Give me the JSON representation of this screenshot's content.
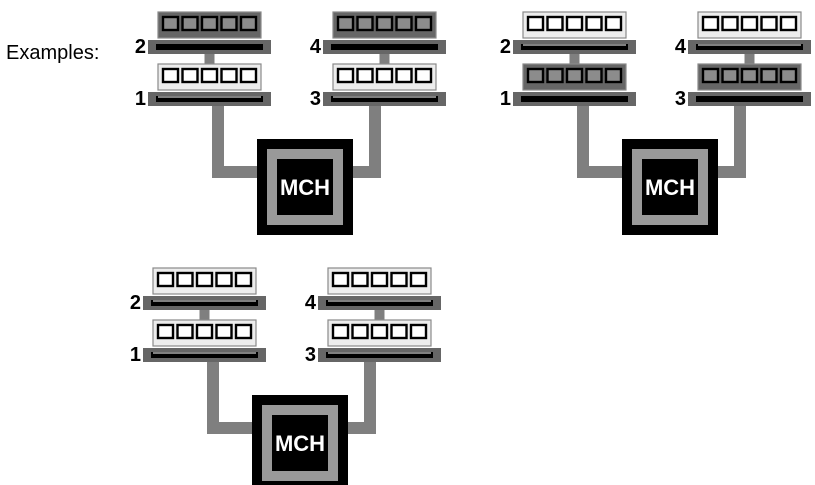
{
  "caption": "Examples:",
  "chip_label": "MCH",
  "colors": {
    "module_fill": "#666666",
    "module_fill_light": "#ededed",
    "bus": "#7f7f7f",
    "chip_outer": "#000000",
    "chip_ring": "#999999",
    "text": "#000000"
  },
  "examples": [
    {
      "slots": [
        {
          "number": "1",
          "module": "light"
        },
        {
          "number": "2",
          "module": "dark"
        },
        {
          "number": "3",
          "module": "light"
        },
        {
          "number": "4",
          "module": "dark"
        }
      ]
    },
    {
      "slots": [
        {
          "number": "1",
          "module": "dark"
        },
        {
          "number": "2",
          "module": "light"
        },
        {
          "number": "3",
          "module": "dark"
        },
        {
          "number": "4",
          "module": "light"
        }
      ]
    },
    {
      "slots": [
        {
          "number": "1",
          "module": "light"
        },
        {
          "number": "2",
          "module": "light"
        },
        {
          "number": "3",
          "module": "light"
        },
        {
          "number": "4",
          "module": "light"
        }
      ]
    }
  ]
}
